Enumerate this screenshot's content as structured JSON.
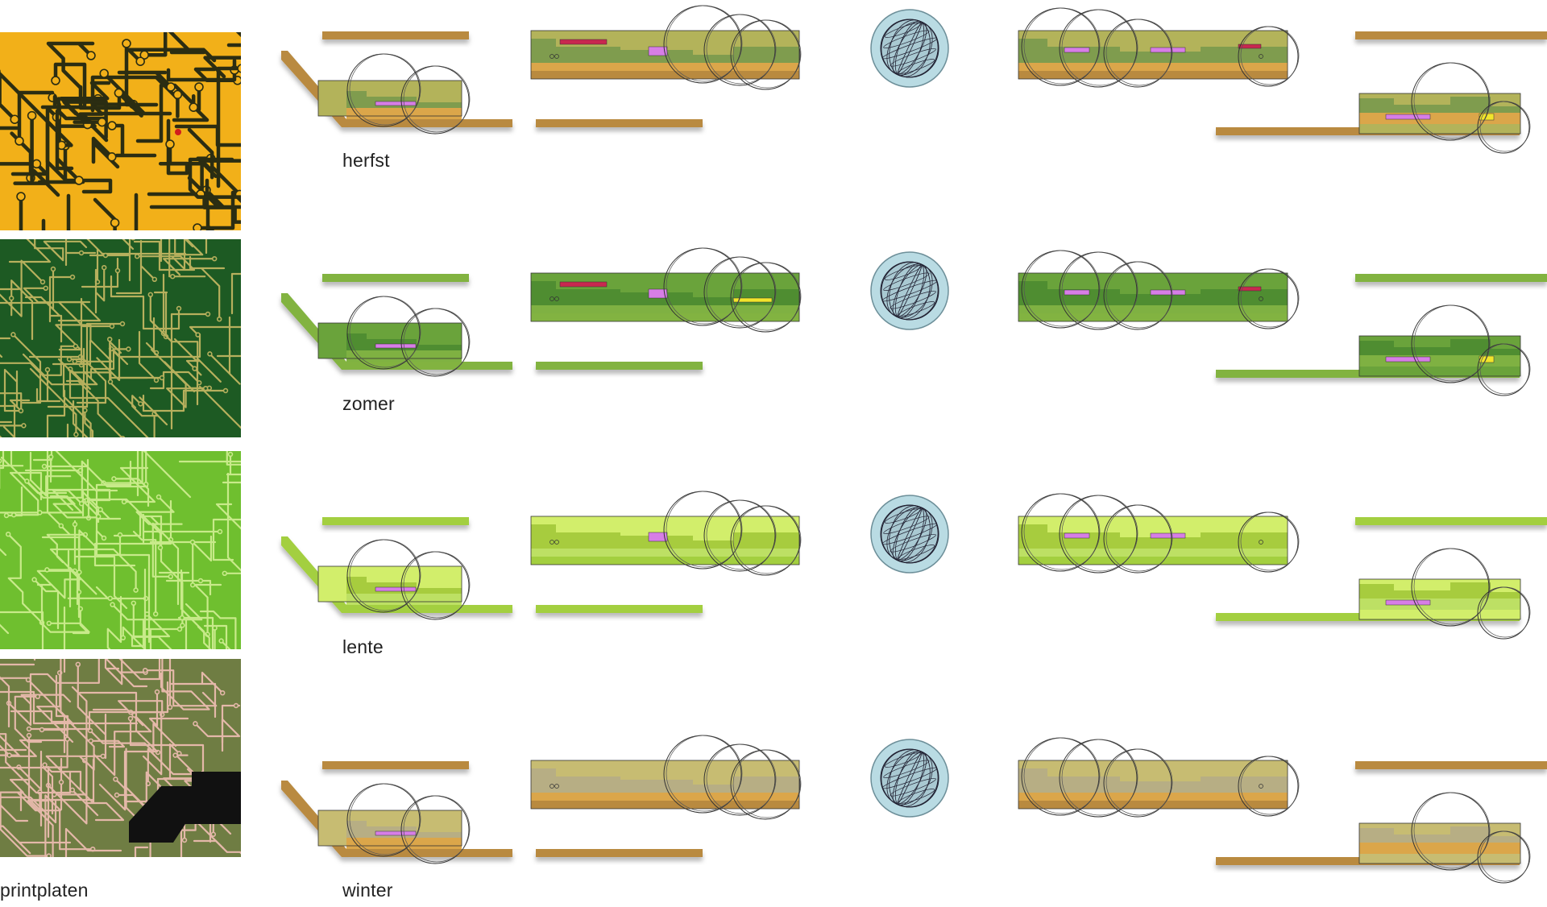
{
  "caption": "printplaten",
  "rows": [
    {
      "season": "herfst",
      "pcb": {
        "bg": "#f2b019",
        "trace": "#2b2d12",
        "dot": "#d11d1d"
      },
      "colors": {
        "edge": "#b98a3f",
        "base": "#dba64a",
        "top": "#b3b35a",
        "mid": "#7f9c4e",
        "dark": "#6f8f46",
        "accent1": "#c8284f",
        "accent2": "#d77ee6",
        "accent3": "#f2e52b",
        "globe": "#b9dbe3"
      }
    },
    {
      "season": "zomer",
      "pcb": {
        "bg": "#1d5a23",
        "trace": "#b7b05d",
        "dot": "#7ea349"
      },
      "colors": {
        "edge": "#82b341",
        "base": "#7fb142",
        "top": "#6aa33b",
        "mid": "#4f8d31",
        "dark": "#3e7e2b",
        "accent1": "#c8284f",
        "accent2": "#d77ee6",
        "accent3": "#f2e52b",
        "globe": "#b9dbe3"
      }
    },
    {
      "season": "lente",
      "pcb": {
        "bg": "#6fbf2f",
        "trace": "#c8ea8a",
        "dot": "#d6f39a"
      },
      "colors": {
        "edge": "#a3cf3f",
        "base": "#bde064",
        "top": "#d2ee6b",
        "mid": "#a7cc3e",
        "dark": "#8cb733",
        "accent1": "#c8284f",
        "accent2": "#d77ee6",
        "accent3": "#f2e52b",
        "globe": "#b9dbe3"
      }
    },
    {
      "season": "winter",
      "pcb": {
        "bg": "#6f7d43",
        "trace": "#e4b8a9",
        "dot": "#111111"
      },
      "colors": {
        "edge": "#b98a3f",
        "base": "#dba64a",
        "top": "#c7bc72",
        "mid": "#b7ae84",
        "dark": "#a89f73",
        "accent1": "#c8284f",
        "accent2": "#d77ee6",
        "accent3": "#f2e52b",
        "globe": "#b9dbe3"
      }
    }
  ]
}
